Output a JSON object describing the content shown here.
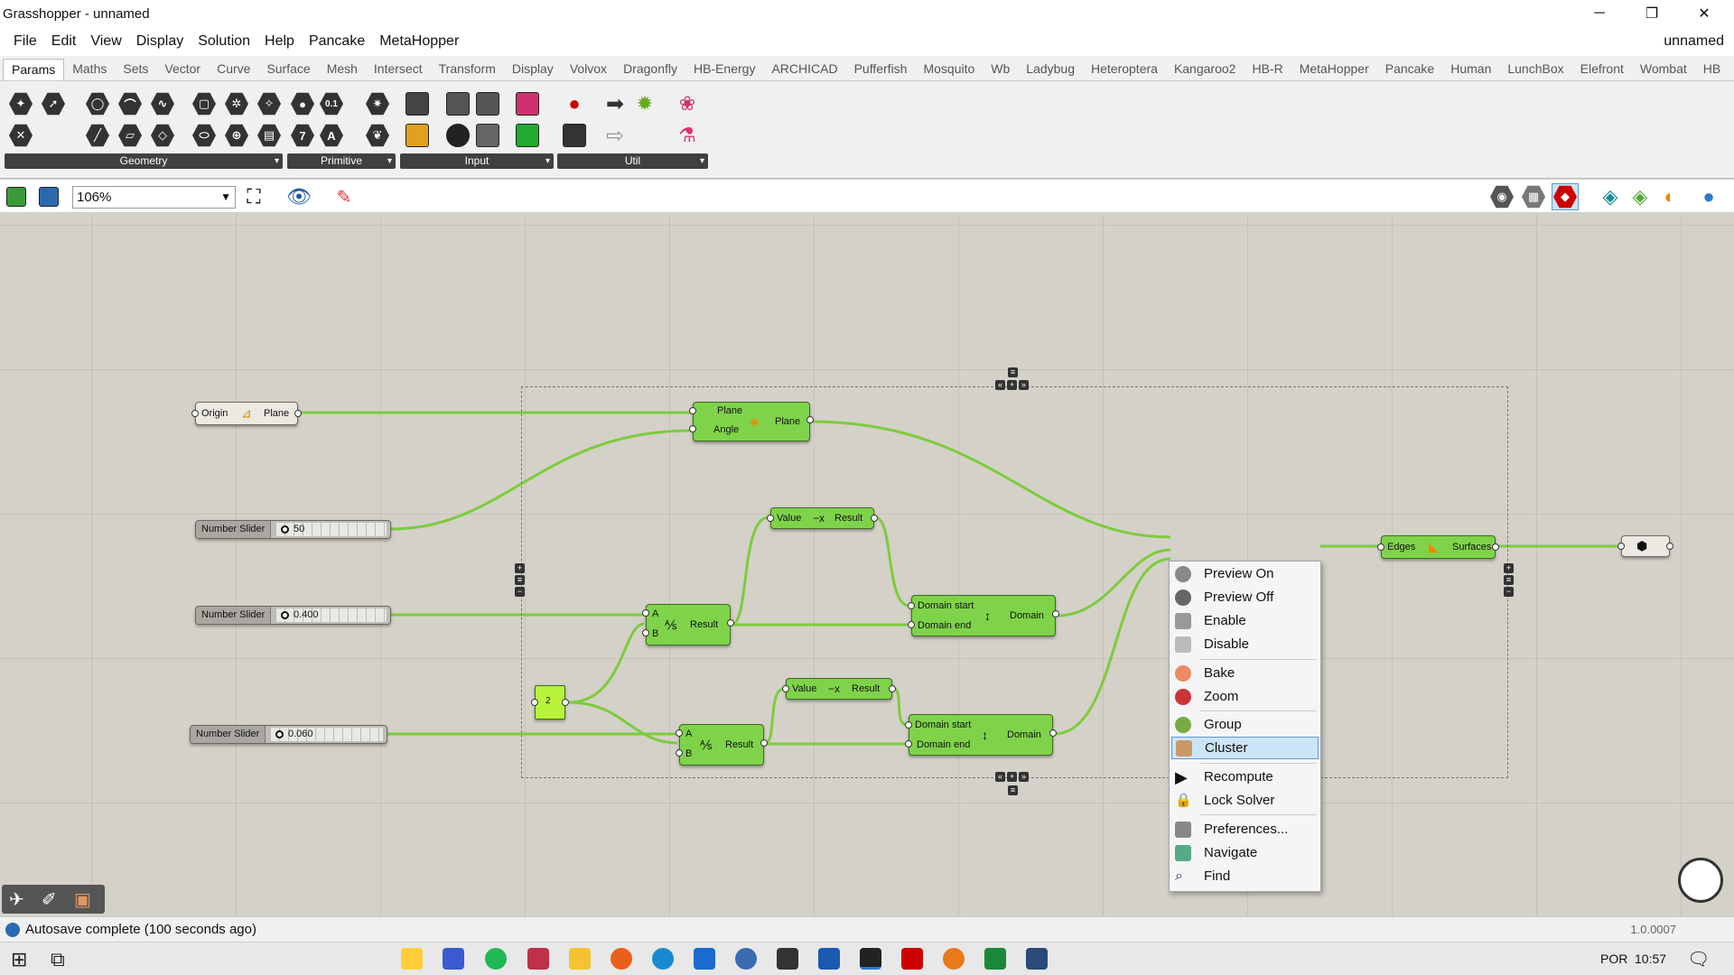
{
  "window": {
    "title": "Grasshopper - unnamed",
    "minimize": "─",
    "restore": "❐",
    "close": "✕"
  },
  "menu": {
    "items": [
      "File",
      "Edit",
      "View",
      "Display",
      "Solution",
      "Help",
      "Pancake",
      "MetaHopper"
    ],
    "doc_name": "unnamed"
  },
  "tabs": [
    "Params",
    "Maths",
    "Sets",
    "Vector",
    "Curve",
    "Surface",
    "Mesh",
    "Intersect",
    "Transform",
    "Display",
    "Volvox",
    "Dragonfly",
    "HB-Energy",
    "ARCHICAD",
    "Pufferfish",
    "Mosquito",
    "Wb",
    "Ladybug",
    "Heteroptera",
    "Kangaroo2",
    "HB-R",
    "MetaHopper",
    "Pancake",
    "Human",
    "LunchBox",
    "Elefront",
    "Wombat",
    "HB"
  ],
  "ribbon": {
    "groups": [
      "Geometry",
      "Primitive",
      "Input",
      "Util"
    ],
    "primitive_icons": [
      "0.1",
      "7",
      "A"
    ]
  },
  "canvas_toolbar": {
    "zoom": "106%"
  },
  "nodes": {
    "plane_param": {
      "in": "Origin",
      "out": "Plane"
    },
    "rotate": {
      "in1": "Plane",
      "in2": "Angle",
      "out": "Plane"
    },
    "slider1": {
      "name": "Number Slider",
      "value": "50"
    },
    "slider2": {
      "name": "Number Slider",
      "value": "0.400"
    },
    "slider3": {
      "name": "Number Slider",
      "value": "0.060"
    },
    "neg1": {
      "in": "Value",
      "out": "Result"
    },
    "neg2": {
      "in": "Value",
      "out": "Result"
    },
    "div1": {
      "a": "A",
      "b": "B",
      "out": "Result"
    },
    "div2": {
      "a": "A",
      "b": "B",
      "out": "Result"
    },
    "panel": {
      "value": "2"
    },
    "dom1": {
      "in1": "Domain start",
      "in2": "Domain end",
      "out": "Domain"
    },
    "dom2": {
      "in1": "Domain start",
      "in2": "Domain end",
      "out": "Domain"
    },
    "edges": {
      "in": "Edges",
      "out": "Surfaces"
    }
  },
  "context_menu": {
    "items": [
      "Preview On",
      "Preview Off",
      "Enable",
      "Disable",
      "Bake",
      "Zoom",
      "Group",
      "Cluster",
      "Recompute",
      "Lock Solver",
      "Preferences...",
      "Navigate",
      "Find"
    ],
    "selected": "Cluster"
  },
  "status": {
    "message": "Autosave complete (100 seconds ago)",
    "version": "1.0.0007"
  },
  "taskbar": {
    "lang": "POR",
    "time": "10:57"
  }
}
